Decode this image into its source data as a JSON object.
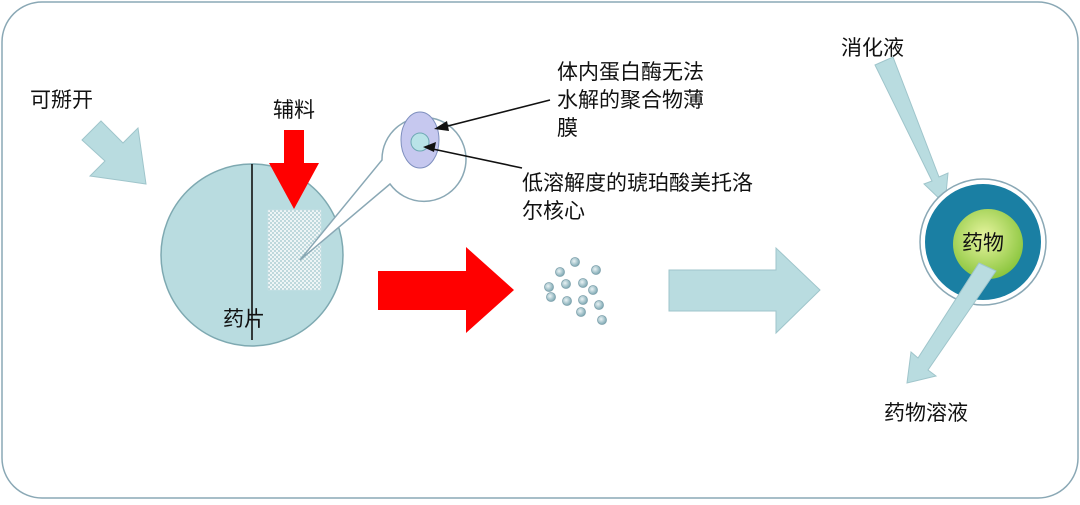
{
  "labels": {
    "divisible": "可掰开",
    "excipient": "辅料",
    "tablet": "药片",
    "membrane": "体内蛋白酶无法水解的聚合物薄膜",
    "membrane_lines": [
      "体内蛋白酶无法",
      "水解的聚合物薄",
      "膜"
    ],
    "core_lines": [
      "低溶解度的琥珀酸美托洛",
      "尔核心"
    ],
    "digestive_fluid": "消化液",
    "drug": "药物",
    "drug_solution": "药物溶液"
  },
  "colors": {
    "pale_blue": "#b9dce0",
    "arrow_red": "#ff0000",
    "membrane_purple": "#c6c8ef",
    "core_blue": "#1a7fa3",
    "drug_green": "#8cc63f",
    "frame": "#8aa8b5"
  }
}
